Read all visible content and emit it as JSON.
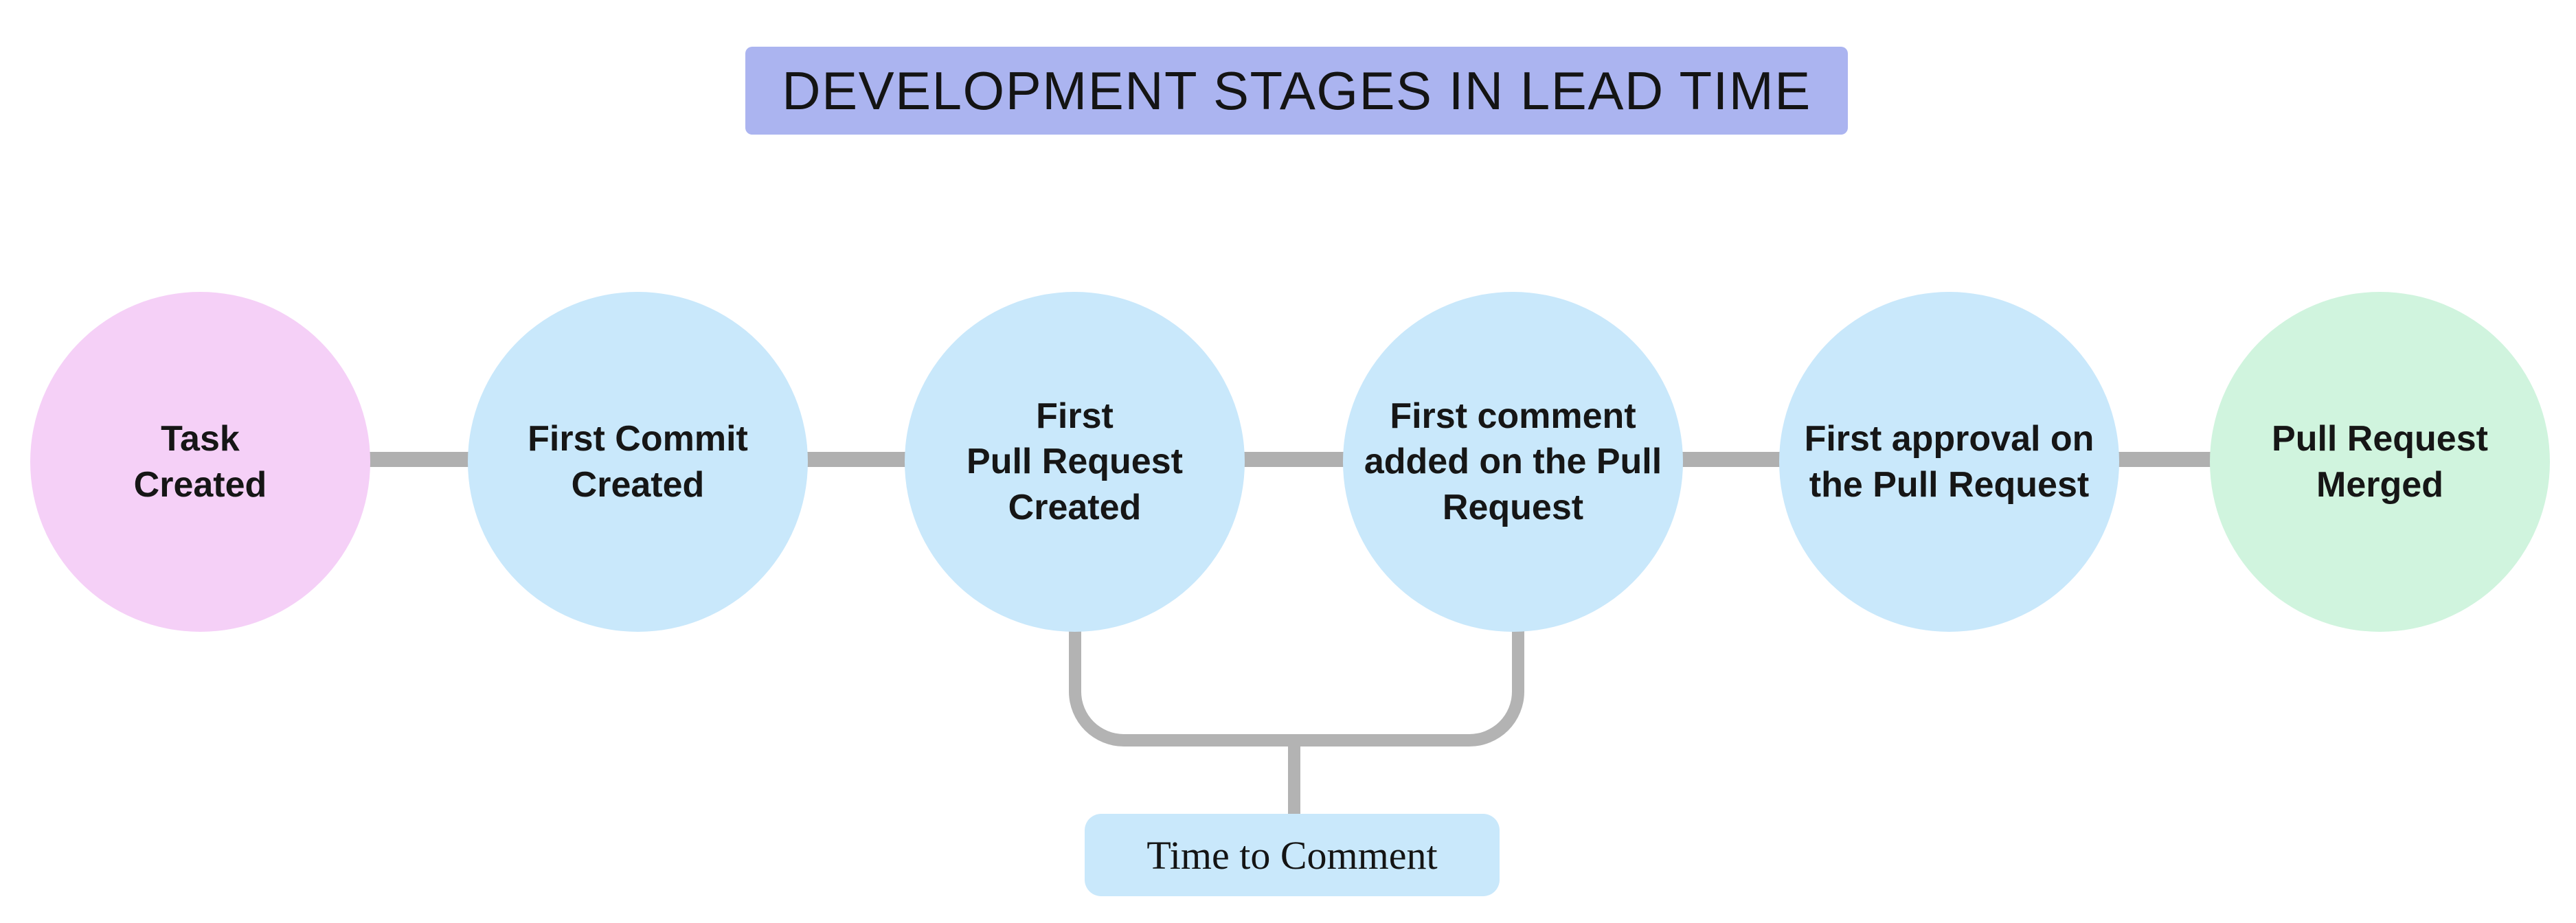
{
  "title": {
    "text": "DEVELOPMENT STAGES IN LEAD TIME",
    "bg": "#ABB4F0"
  },
  "stages": [
    {
      "label": "Task\nCreated",
      "color": "#F5D0F7"
    },
    {
      "label": "First Commit\nCreated",
      "color": "#C9E8FB"
    },
    {
      "label": "First\nPull Request\nCreated",
      "color": "#C9E8FB"
    },
    {
      "label": "First comment\nadded on the Pull\nRequest",
      "color": "#C9E8FB"
    },
    {
      "label": "First approval on\nthe Pull Request",
      "color": "#C9E8FB"
    },
    {
      "label": "Pull Request\nMerged",
      "color": "#D0F4DE"
    }
  ],
  "annotation": {
    "label": "Time to Comment",
    "bg": "#C9E8FB"
  },
  "colors": {
    "connector": "#B0B0B0",
    "bracket": "#B3B3B3",
    "text": "#161616",
    "background": "#FFFFFF"
  }
}
